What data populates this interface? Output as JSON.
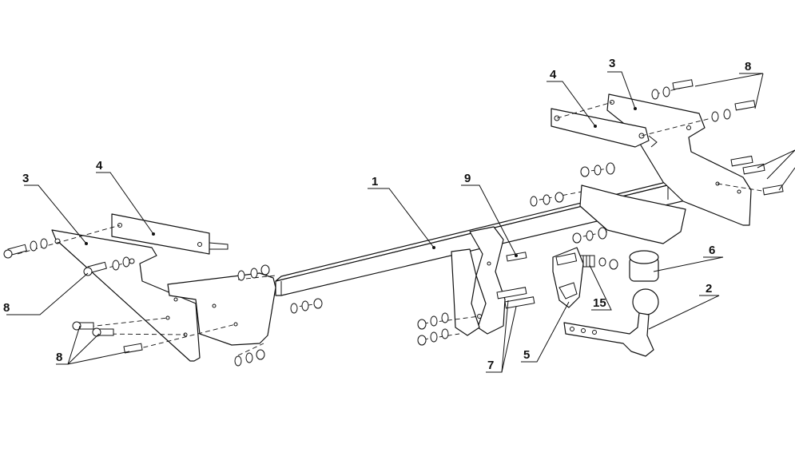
{
  "callouts": [
    {
      "label": "1"
    },
    {
      "label": "2"
    },
    {
      "label": "3"
    },
    {
      "label": "3"
    },
    {
      "label": "4"
    },
    {
      "label": "4"
    },
    {
      "label": "5"
    },
    {
      "label": "6"
    },
    {
      "label": "7"
    },
    {
      "label": "8"
    },
    {
      "label": "8"
    },
    {
      "label": "8"
    },
    {
      "label": "9"
    },
    {
      "label": "15"
    }
  ]
}
